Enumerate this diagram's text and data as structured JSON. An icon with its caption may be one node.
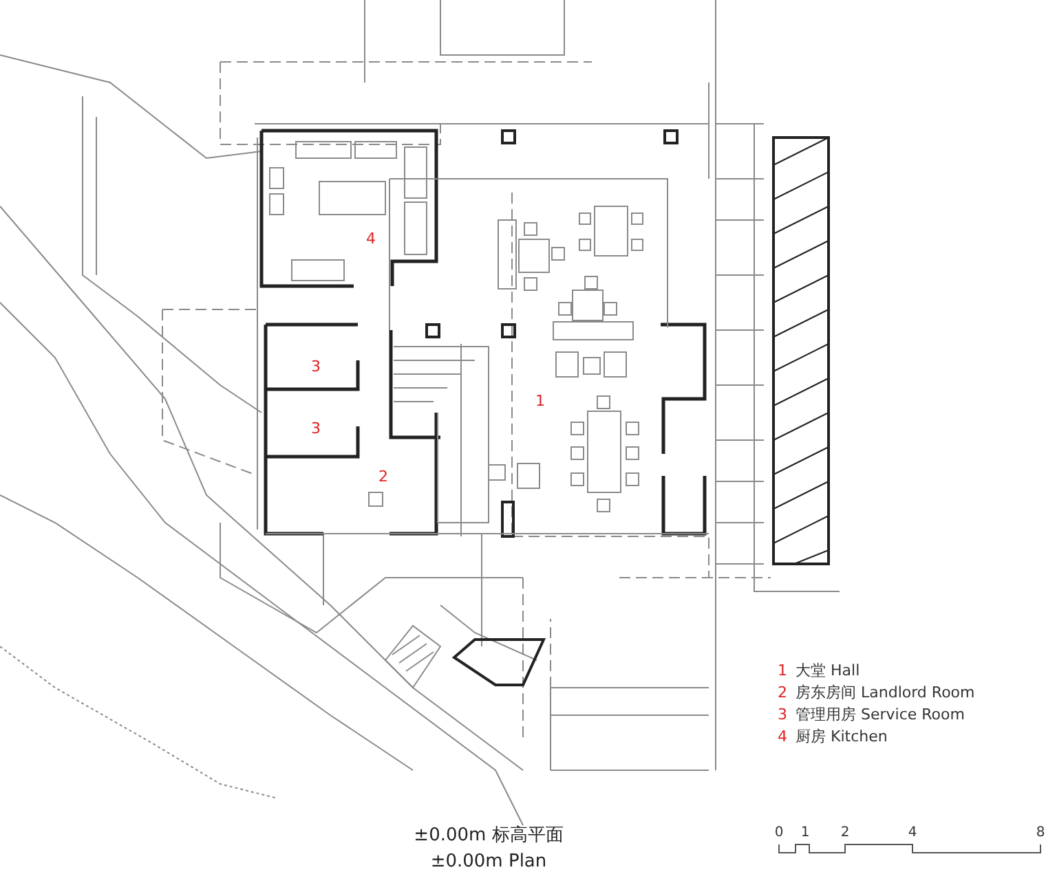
{
  "diagram": {
    "caption": "±0.00m 标高平面 ±0.00m Plan",
    "labels": [
      "4",
      "3",
      "1",
      "3",
      "2",
      "1",
      "大堂 Hall",
      "2",
      "房东房间 Landlord Room",
      "3",
      "管理用房 Service Room",
      "4",
      "厨房 Kitchen",
      "0",
      "1",
      "2",
      "4",
      "8"
    ]
  }
}
